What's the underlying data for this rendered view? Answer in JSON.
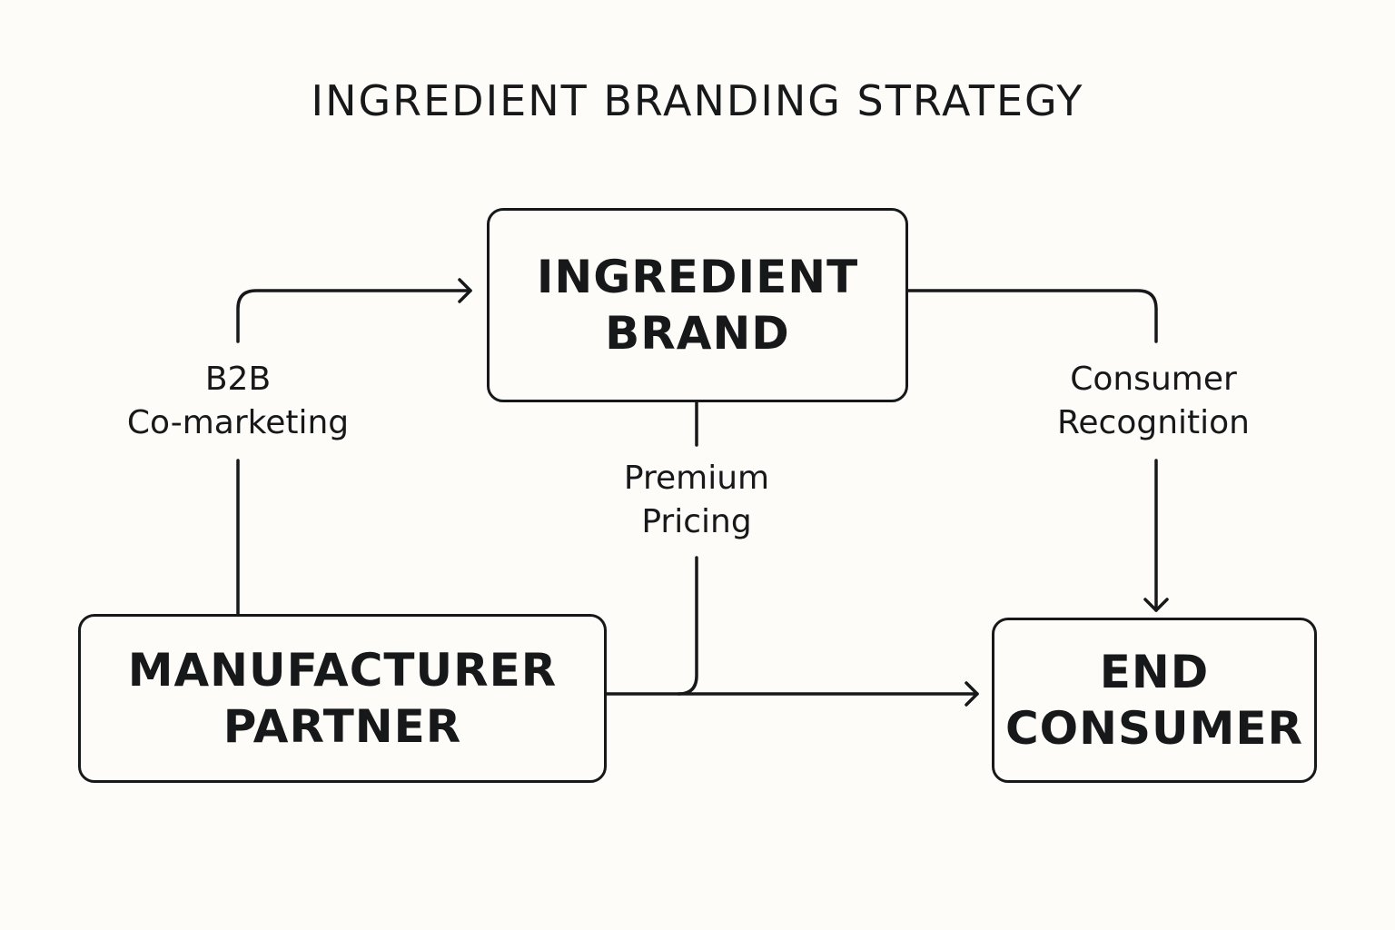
{
  "title": "INGREDIENT BRANDING STRATEGY",
  "nodes": {
    "ingredient_brand": {
      "line1": "INGREDIENT",
      "line2": "BRAND"
    },
    "manufacturer_partner": {
      "line1": "MANUFACTURER",
      "line2": "PARTNER"
    },
    "end_consumer": {
      "line1": "END",
      "line2": "CONSUMER"
    }
  },
  "edges": {
    "b2b": {
      "line1": "B2B",
      "line2": "Co-marketing"
    },
    "premium": {
      "line1": "Premium",
      "line2": "Pricing"
    },
    "consumer": {
      "line1": "Consumer",
      "line2": "Recognition"
    }
  }
}
